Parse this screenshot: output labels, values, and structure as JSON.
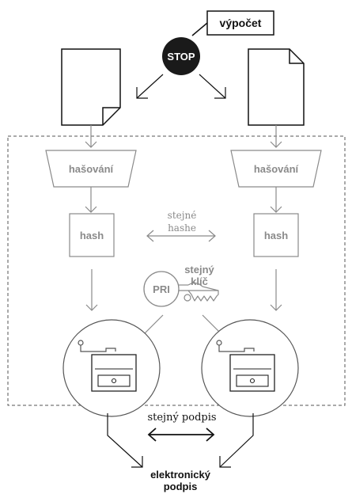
{
  "top": {
    "compute_label": "výpočet",
    "stop_label": "STOP"
  },
  "left": {
    "hashing_label": "hašování",
    "hash_label": "hash"
  },
  "right": {
    "hashing_label": "hašování",
    "hash_label": "hash"
  },
  "middle": {
    "same_hashes_line1": "stejné",
    "same_hashes_line2": "hashe",
    "key_label": "PRI",
    "same_key_line1": "stejný",
    "same_key_line2": "klíč",
    "same_signature": "stejný podpis"
  },
  "bottom": {
    "result_line1": "elektronický",
    "result_line2": "podpis"
  },
  "colors": {
    "ink": "#111111",
    "gray": "#8a8a8a",
    "stop_fill": "#1a1a1a"
  }
}
